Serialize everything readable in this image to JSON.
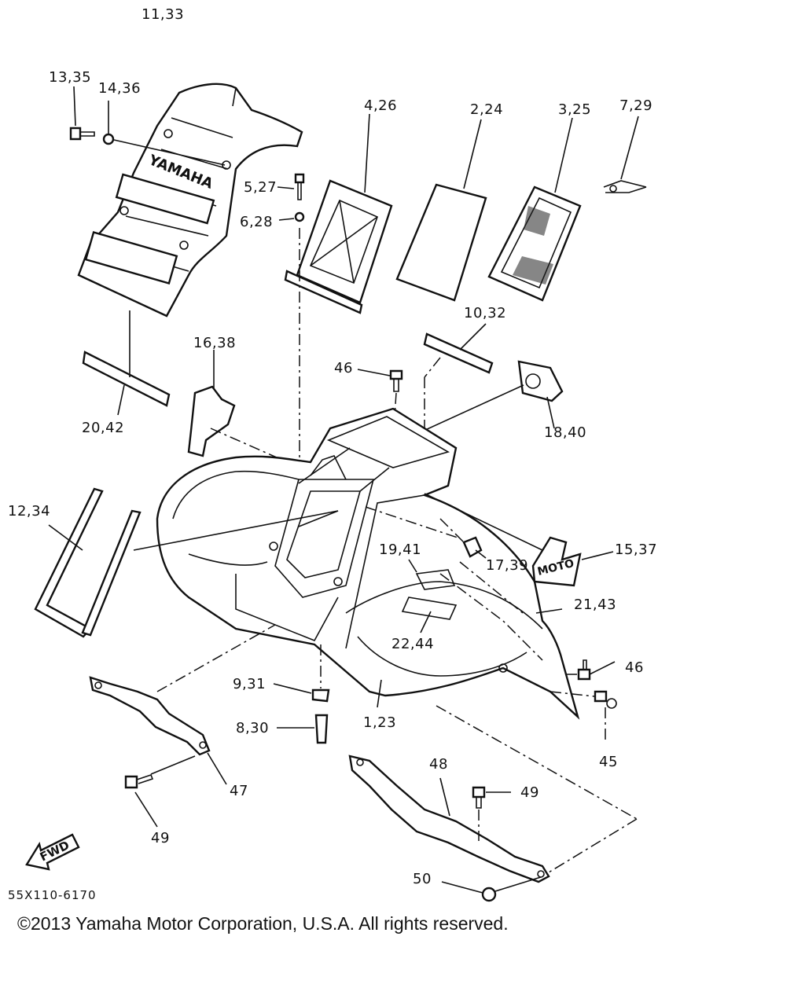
{
  "diagram": {
    "callouts": {
      "c_11_33": "11,33",
      "c_13_35": "13,35",
      "c_14_36": "14,36",
      "c_4_26": "4,26",
      "c_2_24": "2,24",
      "c_3_25": "3,25",
      "c_7_29": "7,29",
      "c_5_27": "5,27",
      "c_6_28": "6,28",
      "c_10_32": "10,32",
      "c_16_38": "16,38",
      "c_46_top": "46",
      "c_18_40": "18,40",
      "c_20_42": "20,42",
      "c_12_34": "12,34",
      "c_15_37": "15,37",
      "c_19_41": "19,41",
      "c_17_39": "17,39",
      "c_21_43": "21,43",
      "c_22_44": "22,44",
      "c_46_right": "46",
      "c_9_31": "9,31",
      "c_8_30": "8,30",
      "c_1_23": "1,23",
      "c_45": "45",
      "c_48": "48",
      "c_49_right": "49",
      "c_47": "47",
      "c_49_left": "49",
      "c_50": "50"
    },
    "part_number": "55X110-6170",
    "fwd_marker": "FWD",
    "decal_yamaha": "YAMAHA",
    "decal_moto": "MOTO"
  },
  "footer": {
    "copyright": "©2013 Yamaha Motor Corporation, U.S.A. All rights reserved."
  }
}
